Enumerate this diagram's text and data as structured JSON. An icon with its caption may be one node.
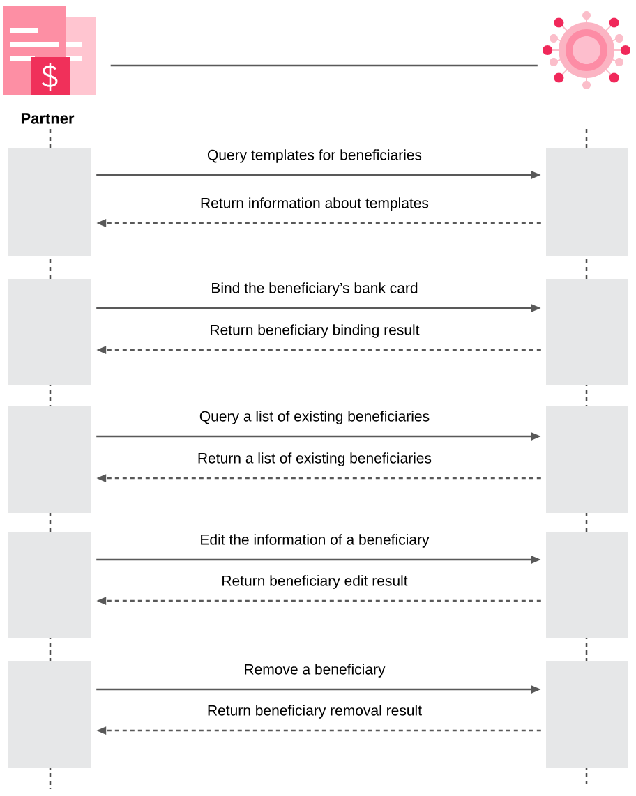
{
  "diagram": {
    "nodes": [
      {
        "text": [
          "Partner"
        ]
      },
      {
        "text": [],
        "shape": "picture"
      },
      {
        "text": [],
        "shape": "box"
      },
      {
        "text": [],
        "shape": "box"
      },
      {
        "text": [],
        "shape": "box"
      },
      {
        "text": [],
        "shape": "box"
      },
      {
        "text": [],
        "shape": "box"
      },
      {
        "text": [],
        "shape": "box"
      },
      {
        "text": [],
        "shape": "box"
      },
      {
        "text": [],
        "shape": "box"
      },
      {
        "text": [],
        "shape": "box"
      },
      {
        "text": [],
        "shape": "box"
      }
    ],
    "edges": [
      {
        "from": 0,
        "to": 1,
        "arrow": "none"
      },
      {
        "from": 2,
        "to": 3,
        "arrow": "to",
        "label": "Query templates for beneficiaries"
      },
      {
        "from": 3,
        "to": 2,
        "arrow": "to",
        "style": "dashed",
        "label": "Return information about templates"
      },
      {
        "from": 4,
        "to": 5,
        "arrow": "to",
        "label": "Bind the beneficiary’s bank card"
      },
      {
        "from": 5,
        "to": 4,
        "arrow": "to",
        "style": "dashed",
        "label": "Return beneficiary binding result"
      },
      {
        "from": 6,
        "to": 7,
        "arrow": "to",
        "label": "Query a list of existing beneficiaries"
      },
      {
        "from": 7,
        "to": 6,
        "arrow": "to",
        "style": "dashed",
        "label": "Return a list of existing beneficiaries"
      },
      {
        "from": 8,
        "to": 9,
        "arrow": "to",
        "label": "Edit the information of a beneficiary"
      },
      {
        "from": 9,
        "to": 8,
        "arrow": "to",
        "style": "dashed",
        "label": "Return beneficiary edit result"
      },
      {
        "from": 10,
        "to": 11,
        "arrow": "to",
        "label": "Remove a beneficiary"
      },
      {
        "from": 11,
        "to": 10,
        "arrow": "to",
        "style": "dashed",
        "label": "Return beneficiary removal result"
      }
    ]
  }
}
